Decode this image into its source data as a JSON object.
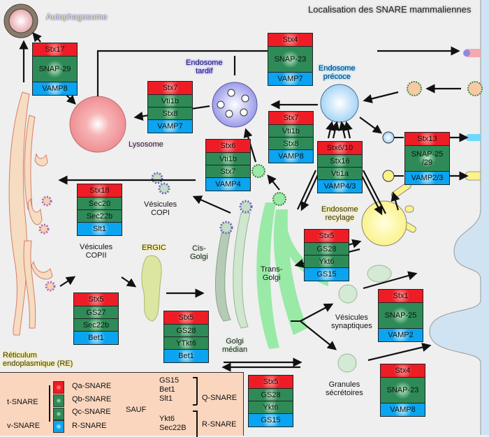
{
  "title": "Localisation des SNARE mammaliennes",
  "labels": {
    "autophagosome": "Autophagosome",
    "endosome_tardif": [
      "Endosome",
      "tardif"
    ],
    "endosome_precoce": [
      "Endosome",
      "précoce"
    ],
    "lysosome": "Lysosome",
    "vesicules_copi": [
      "Vésicules",
      "COPI"
    ],
    "vesicules_copii": [
      "Vésicules",
      "COPII"
    ],
    "ergic": "ERGIC",
    "cis_golgi": [
      "Cis-",
      "Golgi"
    ],
    "trans_golgi": [
      "Trans-",
      "Golgi"
    ],
    "golgi_median": [
      "Golgi",
      "médian"
    ],
    "endosome_recyclage": [
      "Endosome",
      "recylage"
    ],
    "reticulum": [
      "Réticulum",
      "endoplasmique (RE)"
    ],
    "vesicules_synaptiques": [
      "Vésicules",
      "synaptiques"
    ],
    "granules_secretoires": [
      "Granules",
      "sécrétoires"
    ]
  },
  "snare_boxes": [
    {
      "id": "autophagosome-lysosome",
      "cells": [
        {
          "type": "Qa",
          "text": "Stx17"
        },
        {
          "type": "Qbc",
          "text": "SNAP-29"
        },
        {
          "type": "R",
          "text": "VAMP8"
        }
      ]
    },
    {
      "id": "plasma-membrane-stx4-vamp7",
      "cells": [
        {
          "type": "Qa",
          "text": "Stx4"
        },
        {
          "type": "Qbc",
          "text": "SNAP-23"
        },
        {
          "type": "R",
          "text": "VAMP7"
        }
      ]
    },
    {
      "id": "late-endosome-lysosome",
      "cells": [
        {
          "type": "Qa",
          "text": "Stx7"
        },
        {
          "type": "Qb",
          "text": "Vti1b"
        },
        {
          "type": "Qc",
          "text": "Stx8"
        },
        {
          "type": "R",
          "text": "VAMP7"
        }
      ]
    },
    {
      "id": "early-late-endosome",
      "cells": [
        {
          "type": "Qa",
          "text": "Stx7"
        },
        {
          "type": "Qb",
          "text": "Vti1b"
        },
        {
          "type": "Qc",
          "text": "Stx8"
        },
        {
          "type": "R",
          "text": "VAMP8"
        }
      ]
    },
    {
      "id": "tgn-late-endosome",
      "cells": [
        {
          "type": "Qa",
          "text": "Stx6"
        },
        {
          "type": "Qb",
          "text": "Vti1b"
        },
        {
          "type": "Qc",
          "text": "Stx7"
        },
        {
          "type": "R",
          "text": "VAMP4"
        }
      ]
    },
    {
      "id": "tgn-early-endosome",
      "cells": [
        {
          "type": "Qa",
          "text": "Stx6/10"
        },
        {
          "type": "Qb",
          "text": "Stx16"
        },
        {
          "type": "Qc",
          "text": "Vti1a"
        },
        {
          "type": "R",
          "text": "VAMP4/3"
        }
      ]
    },
    {
      "id": "recycling",
      "cells": [
        {
          "type": "Qa",
          "text": "Stx13"
        },
        {
          "type": "Qbc",
          "text": "SNAP-25 /29"
        },
        {
          "type": "R",
          "text": "VAMP2/3"
        }
      ]
    },
    {
      "id": "copi-er",
      "cells": [
        {
          "type": "Qa",
          "text": "Stx18"
        },
        {
          "type": "Qb",
          "text": "Sec20"
        },
        {
          "type": "Qc",
          "text": "Sec22b"
        },
        {
          "type": "R",
          "text": "Slt1"
        }
      ]
    },
    {
      "id": "tgn-recycling",
      "cells": [
        {
          "type": "Qa",
          "text": "Stx5"
        },
        {
          "type": "Qb",
          "text": "GS28"
        },
        {
          "type": "Qc",
          "text": "Ykt6"
        },
        {
          "type": "R",
          "text": "GS15"
        }
      ]
    },
    {
      "id": "copii-ergic",
      "cells": [
        {
          "type": "Qa",
          "text": "Stx5"
        },
        {
          "type": "Qb",
          "text": "GS27"
        },
        {
          "type": "Qc",
          "text": "Sec22b"
        },
        {
          "type": "R",
          "text": "Bet1"
        }
      ]
    },
    {
      "id": "ergic-golgi",
      "cells": [
        {
          "type": "Qa",
          "text": "Stx5"
        },
        {
          "type": "Qb",
          "text": "GS28"
        },
        {
          "type": "Qc",
          "text": "YTkt6"
        },
        {
          "type": "R",
          "text": "Bet1"
        }
      ]
    },
    {
      "id": "intra-golgi",
      "cells": [
        {
          "type": "Qa",
          "text": "Stx5"
        },
        {
          "type": "Qb",
          "text": "GS28"
        },
        {
          "type": "Qc",
          "text": "Ykt6"
        },
        {
          "type": "R",
          "text": "GS15"
        }
      ]
    },
    {
      "id": "synaptic",
      "cells": [
        {
          "type": "Qa",
          "text": "Stx1"
        },
        {
          "type": "Qbc",
          "text": "SNAP-25"
        },
        {
          "type": "R",
          "text": "VAMP2"
        }
      ]
    },
    {
      "id": "secretory",
      "cells": [
        {
          "type": "Qa",
          "text": "Stx4"
        },
        {
          "type": "Qbc",
          "text": "SNAP-23"
        },
        {
          "type": "R",
          "text": "VAMP8"
        }
      ]
    }
  ],
  "legend": {
    "t_snare": "t-SNARE",
    "v_snare": "v-SNARE",
    "types": [
      "Qa-SNARE",
      "Qb-SNARE",
      "Qc-SNARE",
      "R-SNARE"
    ],
    "sauf": "SAUF",
    "q_exceptions": [
      "GS15",
      "Bet1",
      "Slt1"
    ],
    "r_exceptions": [
      "Ykt6",
      "Sec22B"
    ],
    "q_snare": "Q-SNARE",
    "r_snare": "R-SNARE"
  },
  "colors": {
    "qa": "#ee1c25",
    "qb": "#2e8b57",
    "r": "#0aa4f0",
    "legend_bg": "#fbd6bf",
    "membrane": "#cfe3f3"
  }
}
